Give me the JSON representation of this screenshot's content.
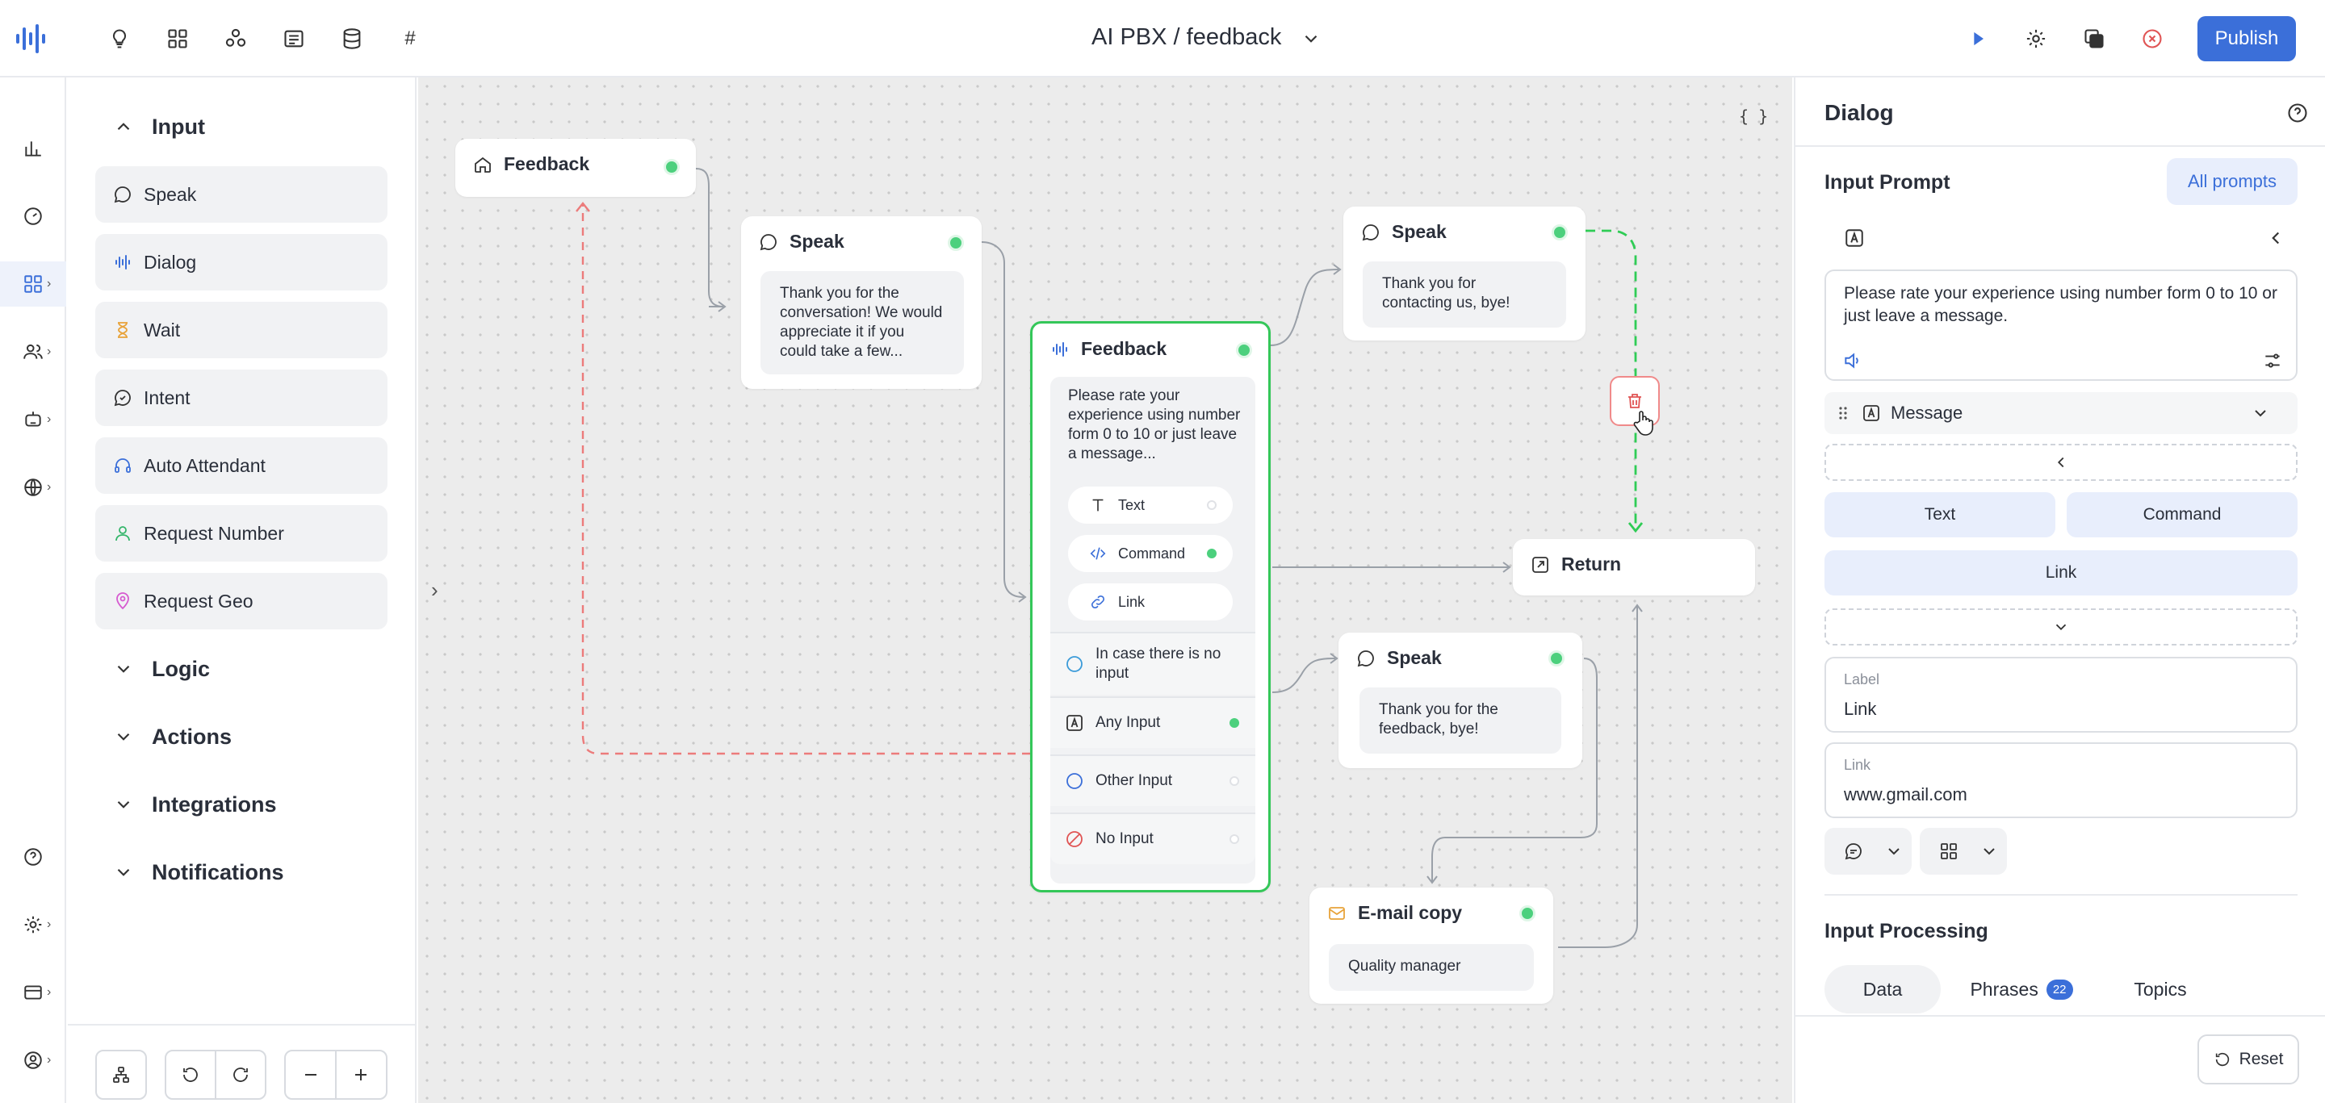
{
  "header": {
    "title": "AI PBX / feedback",
    "publish_label": "Publish",
    "toolbar_icons": [
      "lightbulb-icon",
      "grid-icon",
      "nodes-icon",
      "list-icon",
      "database-icon",
      "hash-icon"
    ],
    "hash_label": "#",
    "right_icons": [
      "play-icon",
      "gear-icon",
      "copy-icon",
      "close-circle-icon"
    ]
  },
  "rail": {
    "items": [
      "chart-icon",
      "gauge-icon",
      "apps-icon",
      "users-icon",
      "bot-icon",
      "globe-icon"
    ],
    "bottom": [
      "help-icon",
      "gear-icon",
      "card-icon",
      "account-icon"
    ],
    "caret": "›"
  },
  "palette": {
    "sections": {
      "input": "Input",
      "logic": "Logic",
      "actions": "Actions",
      "integrations": "Integrations",
      "notifications": "Notifications"
    },
    "input_items": [
      {
        "label": "Speak",
        "icon": "speech-bubble-icon"
      },
      {
        "label": "Dialog",
        "icon": "waveform-icon"
      },
      {
        "label": "Wait",
        "icon": "hourglass-icon"
      },
      {
        "label": "Intent",
        "icon": "intent-icon"
      },
      {
        "label": "Auto Attendant",
        "icon": "headset-icon"
      },
      {
        "label": "Request Number",
        "icon": "person-icon"
      },
      {
        "label": "Request Geo",
        "icon": "pin-icon"
      }
    ]
  },
  "canvas": {
    "json_label": "{ }",
    "collapse_label": "›",
    "nodes": {
      "start": {
        "title": "Feedback"
      },
      "speak1": {
        "title": "Speak",
        "text": "Thank you for the conversation! We would appreciate it if you could take a few..."
      },
      "dialog": {
        "title": "Feedback",
        "text": "Please rate your experience using number form 0 to 10 or just leave a message...",
        "options": [
          {
            "label": "Text"
          },
          {
            "label": "Command"
          },
          {
            "label": "Link"
          }
        ],
        "branches": [
          {
            "label": "In case there is no input"
          },
          {
            "label": "Any Input"
          },
          {
            "label": "Other Input"
          },
          {
            "label": "No Input"
          }
        ]
      },
      "speak2": {
        "title": "Speak",
        "text": "Thank you for contacting us, bye!"
      },
      "return": {
        "title": "Return"
      },
      "speak3": {
        "title": "Speak",
        "text": "Thank you for the feedback, bye!"
      },
      "email": {
        "title": "E-mail copy",
        "text": "Quality manager"
      }
    },
    "colors": {
      "selected": "#34c759",
      "dashed_red": "#ec7b7b",
      "dashed_green": "#2fcc55",
      "edge": "#9aa0a8"
    }
  },
  "panel": {
    "title": "Dialog",
    "input_prompt_title": "Input Prompt",
    "all_prompts_label": "All prompts",
    "prompt_text": "Please rate your experience using number form 0 to 10 or just leave a message.",
    "message_label": "Message",
    "text_label": "Text",
    "command_label": "Command",
    "link_label": "Link",
    "fields": [
      {
        "label": "Label",
        "value": "Link"
      },
      {
        "label": "Link",
        "value": "www.gmail.com"
      }
    ],
    "input_processing_title": "Input Processing",
    "tabs": [
      {
        "label": "Data"
      },
      {
        "label": "Phrases",
        "badge": "22"
      },
      {
        "label": "Topics"
      }
    ],
    "reset_label": "Reset"
  }
}
